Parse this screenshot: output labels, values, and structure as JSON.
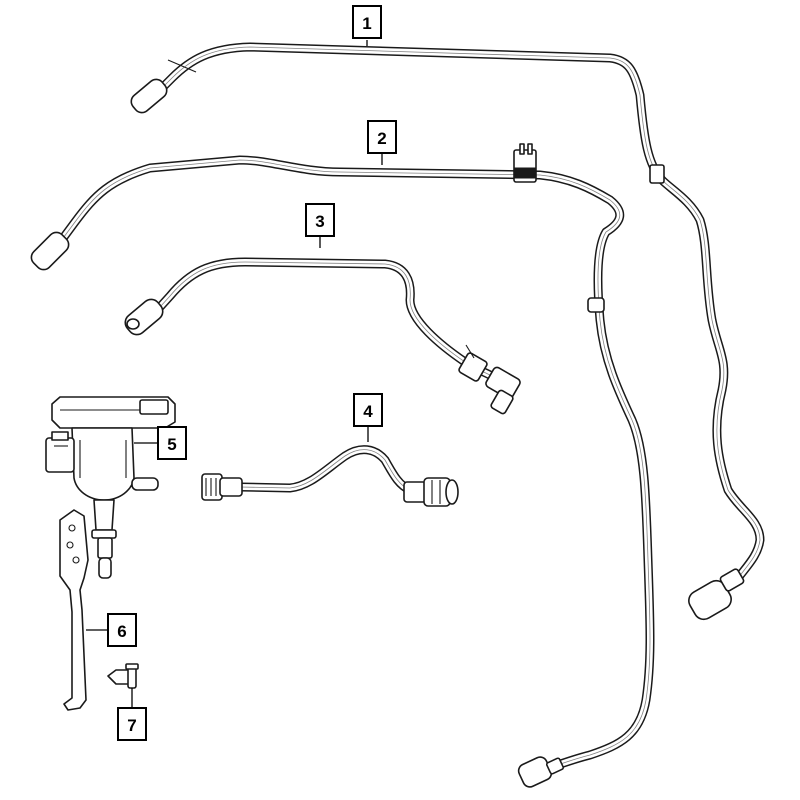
{
  "callouts": [
    {
      "number": "1"
    },
    {
      "number": "2"
    },
    {
      "number": "3"
    },
    {
      "number": "4"
    },
    {
      "number": "5"
    },
    {
      "number": "6"
    },
    {
      "number": "7"
    }
  ]
}
